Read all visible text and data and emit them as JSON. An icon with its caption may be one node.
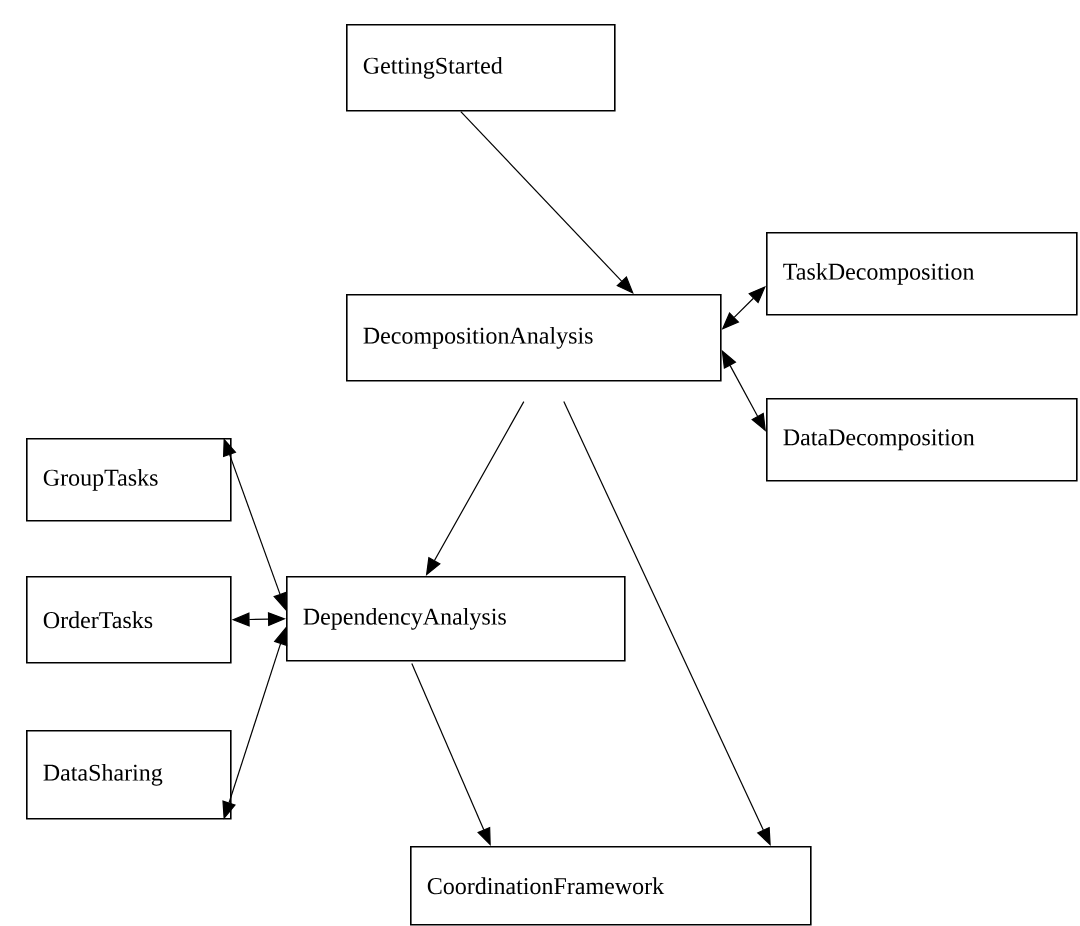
{
  "diagram": {
    "nodes": [
      {
        "text": [
          "GettingStarted"
        ]
      },
      {
        "text": [
          "DecompositionAnalysis"
        ]
      },
      {
        "text": [
          "TaskDecomposition"
        ]
      },
      {
        "text": [
          "DataDecomposition"
        ]
      },
      {
        "text": [
          "GroupTasks"
        ]
      },
      {
        "text": [
          "OrderTasks"
        ]
      },
      {
        "text": [
          "DependencyAnalysis"
        ]
      },
      {
        "text": [
          "DataSharing"
        ]
      },
      {
        "text": [
          "CoordinationFramework"
        ]
      }
    ],
    "edges": [
      {
        "from": 0,
        "to": 1,
        "arrow": "to"
      },
      {
        "from": 1,
        "to": 2,
        "arrow": "both"
      },
      {
        "from": 1,
        "to": 3,
        "arrow": "both"
      },
      {
        "from": 1,
        "to": 6,
        "arrow": "to"
      },
      {
        "from": 1,
        "to": 8,
        "arrow": "to"
      },
      {
        "from": 6,
        "to": 4,
        "arrow": "both"
      },
      {
        "from": 6,
        "to": 5,
        "arrow": "both"
      },
      {
        "from": 6,
        "to": 7,
        "arrow": "both"
      },
      {
        "from": 6,
        "to": 8,
        "arrow": "to"
      }
    ]
  }
}
